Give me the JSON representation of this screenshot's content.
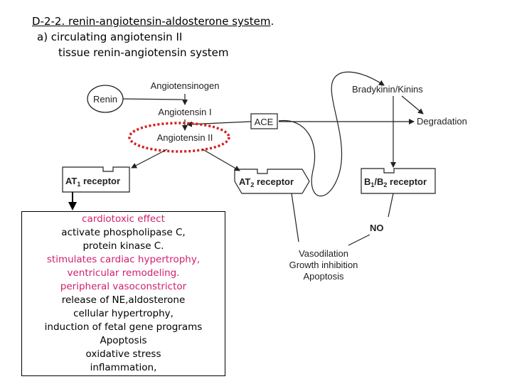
{
  "heading": {
    "line1": "D-2-2. renin-angiotensin-aldosterone system",
    "line1_tail": ".",
    "line2": "a) circulating angiotensin II",
    "line3": "tissue renin-angiotensin system"
  },
  "diagram": {
    "renin": "Renin",
    "angiotensinogen": "Angiotensinogen",
    "angiotensin1": "Angiotensin I",
    "angiotensin2": "Angiotensin II",
    "ace": "ACE",
    "bradykinin": "Bradykinin/Kinins",
    "degradation": "Degradation",
    "at1_main": "AT",
    "at1_sub": "1",
    "at1_tail": " receptor",
    "at2_main": "AT",
    "at2_sub": "2",
    "at2_tail": " receptor",
    "b1": "B",
    "b1_sub": "1",
    "b2_mid": "/B",
    "b2_sub": "2",
    "b_tail": " receptor",
    "no": "NO",
    "vasodilation": "Vasodilation",
    "growth_inhibition": "Growth inhibition",
    "apoptosis": "Apoptosis"
  },
  "effects": {
    "lines": [
      "cardiotoxic effect",
      "activate phospholipase C,",
      "protein kinase C.",
      "stimulates cardiac hypertrophy,",
      "ventricular remodeling.",
      "peripheral vasoconstrictor",
      "release of NE,aldosterone",
      "cellular hypertrophy,",
      "induction of fetal gene programs",
      "Apoptosis",
      "oxidative stress",
      "inflammation,"
    ],
    "highlight_color": "#d0206f"
  },
  "colors": {
    "highlight_ellipse": "#d42020",
    "diagram_ink": "#222222"
  }
}
